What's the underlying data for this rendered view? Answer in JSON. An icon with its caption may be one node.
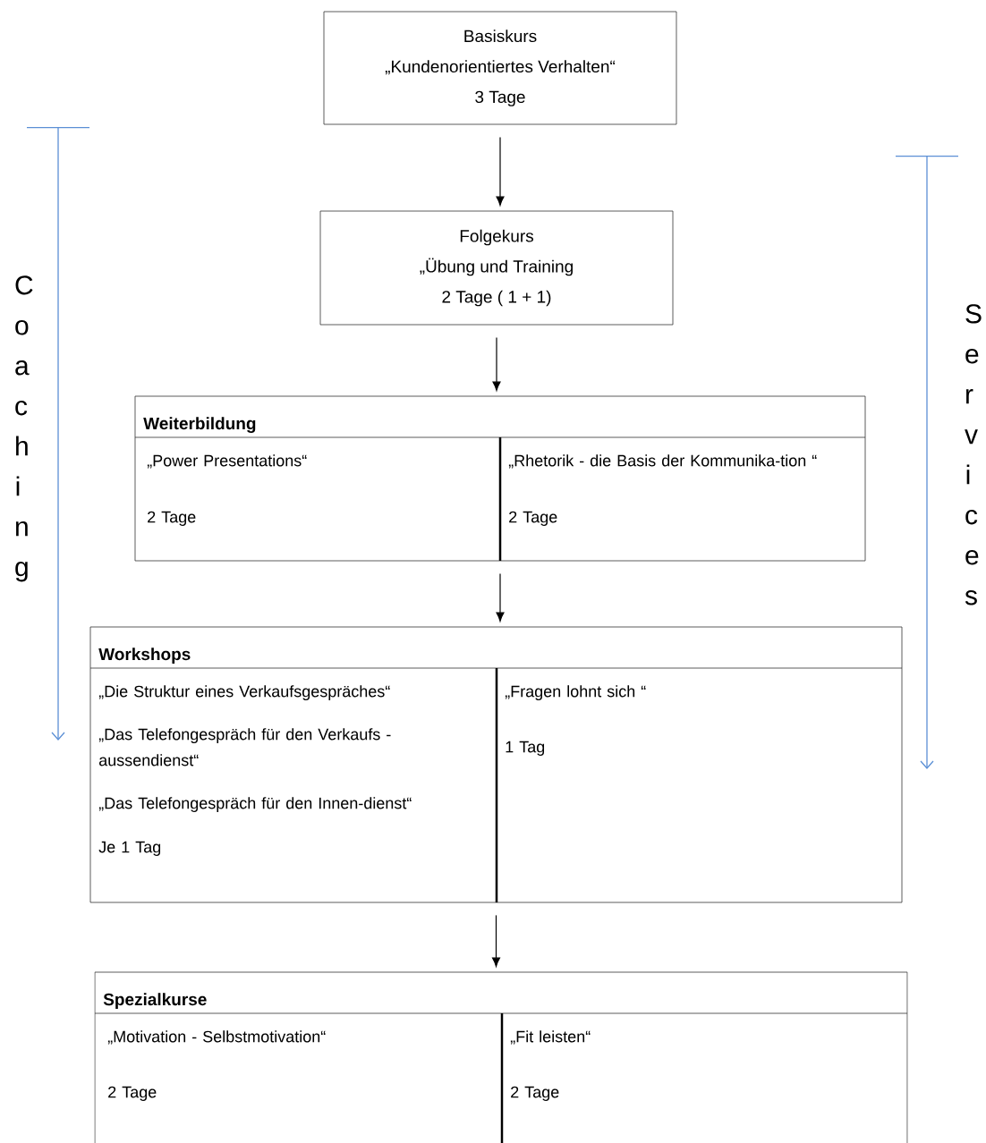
{
  "diagram": {
    "nodes": [
      {
        "text": [
          "Basiskurs",
          "„Kundenorientiertes Verhalten“",
          "3 Tage"
        ]
      },
      {
        "text": [
          "Folgekurs",
          "„Übung und Training",
          "2 Tage ( 1 + 1)"
        ]
      },
      {
        "text": [
          "Weiterbildung"
        ]
      },
      {
        "text": [
          "„Power Presentations“",
          "2 Tage"
        ],
        "in": 2
      },
      {
        "text": [
          "„Rhetorik - die Basis der Kommunika-tion “",
          "2 Tage"
        ],
        "in": 2
      },
      {
        "text": [
          "Workshops"
        ]
      },
      {
        "text": [
          "„Die Struktur eines Verkaufsgespräches“",
          "„Das Telefongespräch für den Verkaufs - aussendienst“",
          "„Das Telefongespräch für den Innen-dienst“",
          "Je 1 Tag"
        ],
        "in": 5
      },
      {
        "text": [
          "„Fragen lohnt sich “",
          "1 Tag"
        ],
        "in": 5
      },
      {
        "text": [
          "Spezialkurse"
        ]
      },
      {
        "text": [
          "„Motivation - Selbstmotivation“",
          "2 Tage"
        ],
        "in": 8
      },
      {
        "text": [
          "„Fit leisten“",
          "2 Tage"
        ],
        "in": 8
      }
    ],
    "edges": [
      {
        "from": 0,
        "to": 1,
        "arrow": "to"
      },
      {
        "from": 1,
        "to": 2,
        "arrow": "to"
      },
      {
        "from": 2,
        "to": 5,
        "arrow": "to"
      },
      {
        "from": 5,
        "to": 8,
        "arrow": "to"
      }
    ],
    "labels": [
      "Coaching",
      "Services"
    ]
  }
}
